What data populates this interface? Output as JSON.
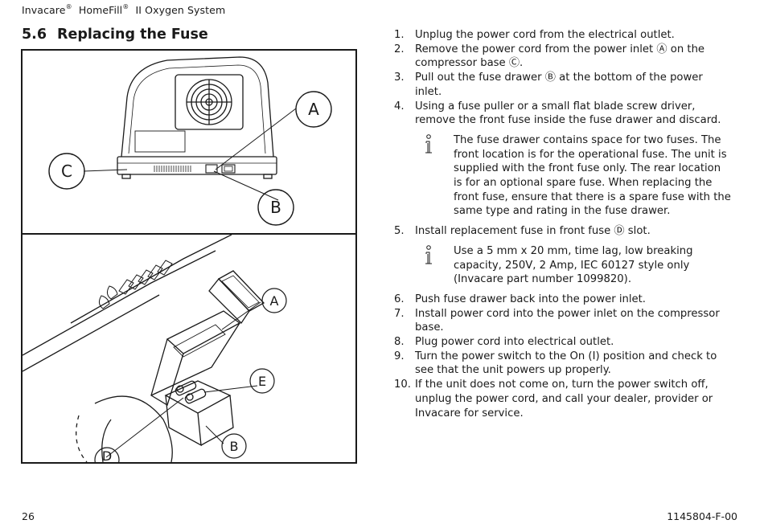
{
  "header": {
    "brand": "Invacare",
    "reg_mark": "®",
    "product": "HomeFill",
    "product_mark": "®",
    "system": "II Oxygen System"
  },
  "section": {
    "number": "5.6",
    "title": "Replacing the Fuse"
  },
  "figure": {
    "top_callouts": {
      "a": "A",
      "b": "B",
      "c": "C"
    },
    "bottom_callouts": {
      "a": "A",
      "b": "B",
      "d": "D",
      "e": "E"
    }
  },
  "steps": [
    {
      "num": "1.",
      "text": "Unplug the power cord from the electrical outlet."
    },
    {
      "num": "2.",
      "text": "Remove the power cord from the power inlet Ⓐ on the compressor base Ⓒ."
    },
    {
      "num": "3.",
      "text": "Pull out the fuse drawer Ⓑ at the bottom of the power inlet."
    },
    {
      "num": "4.",
      "text": "Using a fuse puller or a small flat blade screw driver, remove the front fuse inside the fuse drawer and discard."
    },
    {
      "num": "5.",
      "text": "Install replacement fuse in front fuse Ⓓ slot."
    },
    {
      "num": "6.",
      "text": "Push fuse drawer back into the power inlet."
    },
    {
      "num": "7.",
      "text": "Install power cord into the power inlet on the compressor base."
    },
    {
      "num": "8.",
      "text": "Plug power cord into electrical outlet."
    },
    {
      "num": "9.",
      "text": "Turn the power switch to the On (I) position and check to see that the unit powers up properly."
    },
    {
      "num": "10.",
      "text": "If the unit does not come on, turn the power switch off, unplug the power cord, and call your dealer, provider or Invacare for service."
    }
  ],
  "notes": [
    {
      "text": "The fuse drawer contains space for two fuses.  The front location is for the operational fuse.  The unit is supplied with the front fuse only.  The rear location is for an optional spare fuse.  When replacing the front fuse, ensure that there is a spare fuse with the same type and rating in the fuse drawer."
    },
    {
      "text": "Use a 5 mm x 20 mm, time lag, low breaking capacity, 250V, 2 Amp, IEC 60127 style only (Invacare part number 1099820)."
    }
  ],
  "footer": {
    "page": "26",
    "doc_number": "1145804-F-00"
  }
}
